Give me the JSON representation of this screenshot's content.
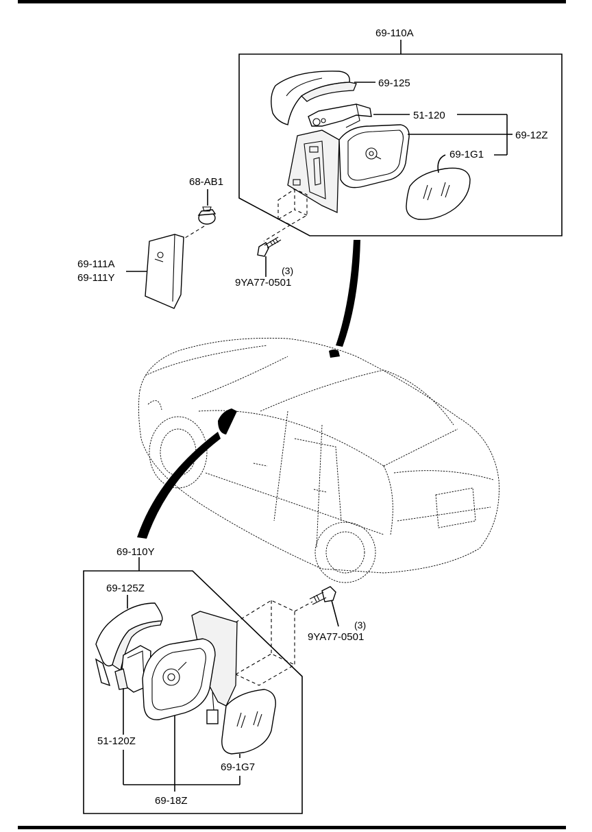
{
  "upper_assembly": {
    "label": "69-110A",
    "parts": {
      "cover": "69-125",
      "holder": "51-120",
      "housing": "69-12Z",
      "glass": "69-1G1"
    }
  },
  "lower_assembly": {
    "label": "69-110Y",
    "parts": {
      "cover": "69-125Z",
      "holder": "51-120Z",
      "housing": "69-18Z",
      "glass": "69-1G7"
    }
  },
  "garnish": {
    "clip": "68-AB1",
    "label_1": "69-111A",
    "label_2": "69-111Y"
  },
  "bolt_upper": {
    "part": "9YA77-0501",
    "qty": "(3)"
  },
  "bolt_lower": {
    "part": "9YA77-0501",
    "qty": "(3)"
  }
}
